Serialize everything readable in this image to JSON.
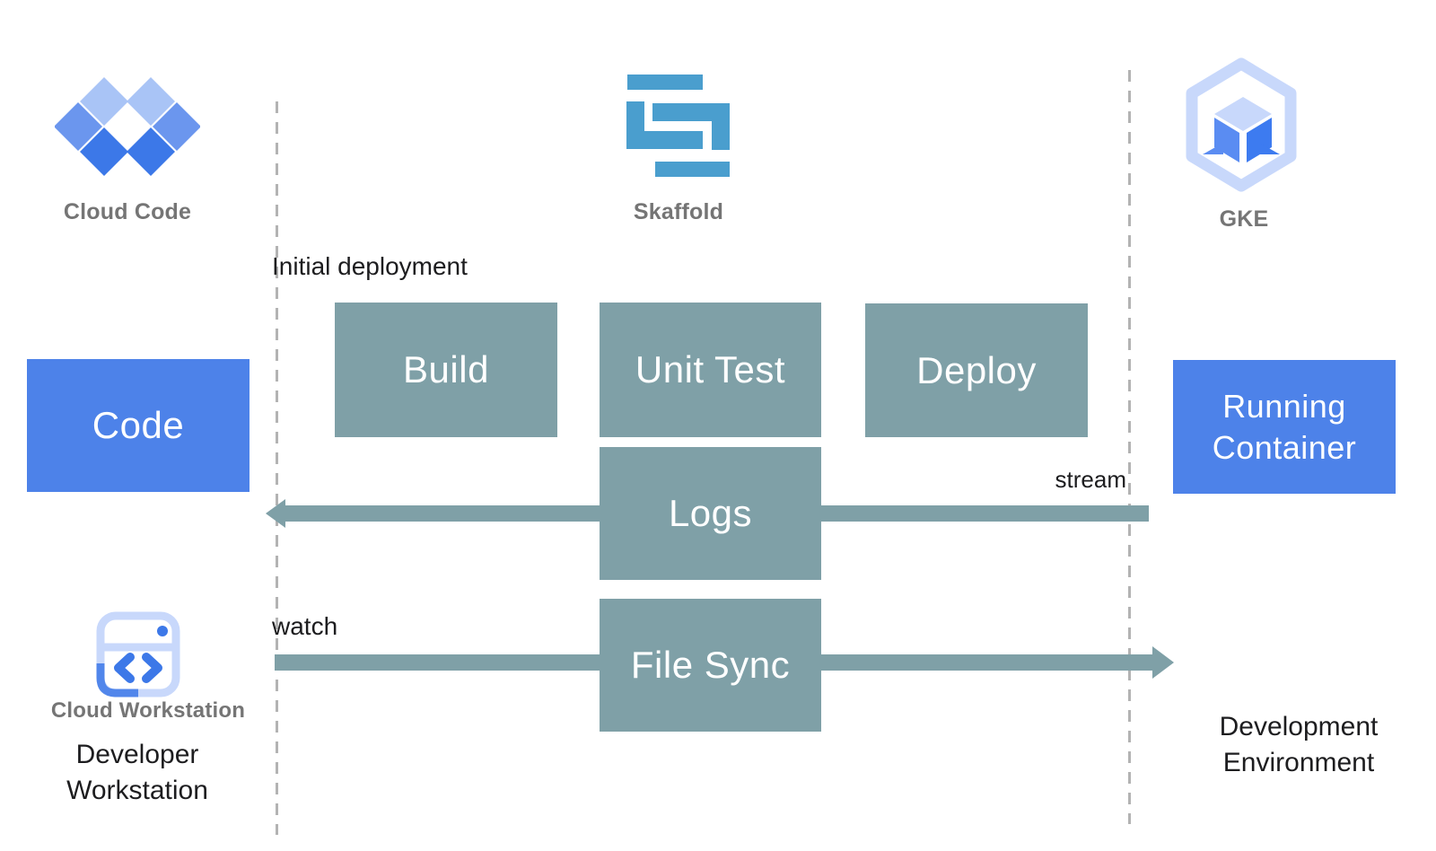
{
  "headers": {
    "cloud_code": {
      "label": "Cloud Code"
    },
    "skaffold": {
      "label": "Skaffold"
    },
    "gke": {
      "label": "GKE"
    }
  },
  "nodes": {
    "code": {
      "label": "Code"
    },
    "build": {
      "label": "Build"
    },
    "unit_test": {
      "label": "Unit Test"
    },
    "deploy": {
      "label": "Deploy"
    },
    "logs": {
      "label": "Logs"
    },
    "file_sync": {
      "label": "File Sync"
    },
    "running_container": {
      "label": "Running Container"
    }
  },
  "annotations": {
    "initial_deployment": "Initial deployment",
    "stream": "stream",
    "watch": "watch"
  },
  "footers": {
    "workstation_caption": "Cloud Workstation",
    "left": "Developer Workstation",
    "right": "Development Environment"
  },
  "icons": {
    "cloud_code": "cloud-code-diamonds-icon",
    "skaffold": "skaffold-s-blocks-icon",
    "gke": "gke-hexagon-cube-icon",
    "cloud_workstation": "cloud-workstation-window-icon"
  },
  "colors": {
    "process_teal": "#7FA0A7",
    "accent_blue": "#4D82E9",
    "logo_blue_light": "#A9C4F6",
    "logo_blue_mid": "#6B96EE",
    "logo_blue_dark": "#3C78E8",
    "skaffold_blue": "#4A9ECE",
    "gke_outline": "#C8D8FB",
    "gke_face_left": "#5A8CF2",
    "gke_face_right": "#3D7BF0",
    "label_gray": "#757575",
    "text_black": "#1D1D1F",
    "dash_gray": "#B3B3B3"
  }
}
